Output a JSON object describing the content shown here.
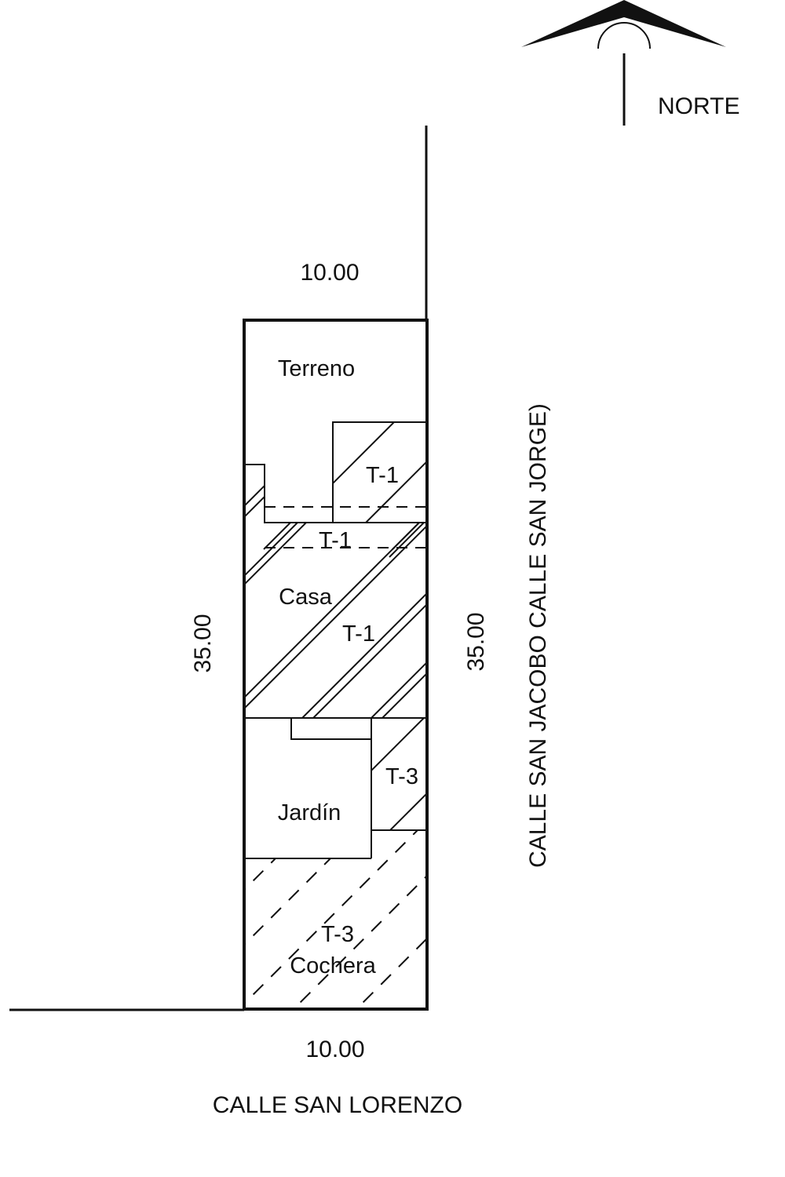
{
  "compass": {
    "label": "NORTE",
    "icon": "north-arrow-icon"
  },
  "dimensions": {
    "top": "10.00",
    "bottom": "10.00",
    "left": "35.00",
    "right": "35.00"
  },
  "streets": {
    "south": "CALLE SAN LORENZO",
    "east": "CALLE SAN JACOBO CALLE SAN JORGE)"
  },
  "zones": {
    "terreno": "Terreno",
    "t1_upper": "T-1",
    "t1_strip": "T-1",
    "casa": "Casa",
    "t1_casa": "T-1",
    "t3_side": "T-3",
    "jardin": "Jardín",
    "t3_cochera": "T-3",
    "cochera": "Cochera"
  },
  "colors": {
    "ink": "#111111",
    "background": "#ffffff"
  }
}
